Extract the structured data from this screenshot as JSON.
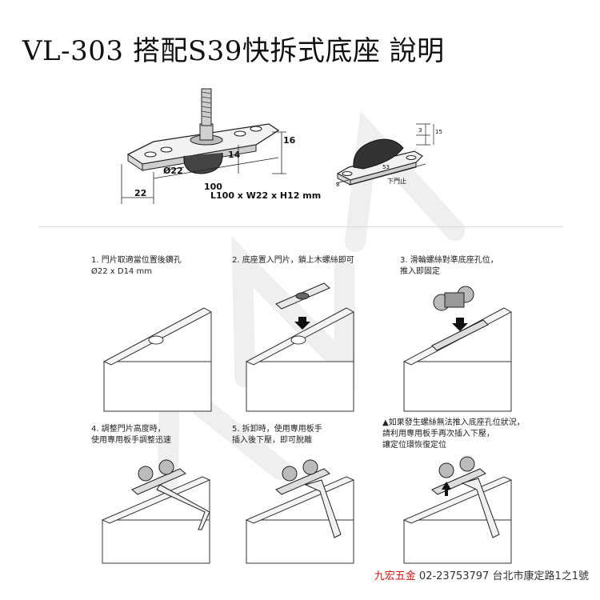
{
  "header": {
    "title": "VL-303 搭配S39快拆式底座 說明"
  },
  "diagram": {
    "dims": {
      "d16": "16",
      "d14": "14",
      "d22circle": "Ø22",
      "d100": "100",
      "d22w": "22",
      "d3": "3",
      "d15": "15",
      "d53": "53",
      "d8": "8"
    },
    "door_stop_label": "下門止",
    "spec": "L100 x W22 x H12 mm"
  },
  "steps": [
    {
      "line1": "1. 門片取適當位置後鑽孔",
      "line2": "Ø22 x D14 mm"
    },
    {
      "line1": "2. 底座置入門片，鎖上木螺絲即可",
      "line2": ""
    },
    {
      "line1": "3. 滑輪螺絲對準底座孔位，",
      "line2": "推入即固定"
    },
    {
      "line1": "4. 調整門片高度時，",
      "line2": "使用專用板手調整迅速"
    },
    {
      "line1": "5. 拆卸時，使用專用板手",
      "line2": "插入後下壓，即可脫離"
    },
    {
      "line1": "▲如果發生螺絲無法推入底座孔位狀況，",
      "line2": "請利用專用板手再次插入下壓，",
      "line3": "讓定位環恢復定位"
    }
  ],
  "footer": {
    "brand": "九宏五金",
    "info": "02-23753797  台北市康定路1之1號"
  }
}
